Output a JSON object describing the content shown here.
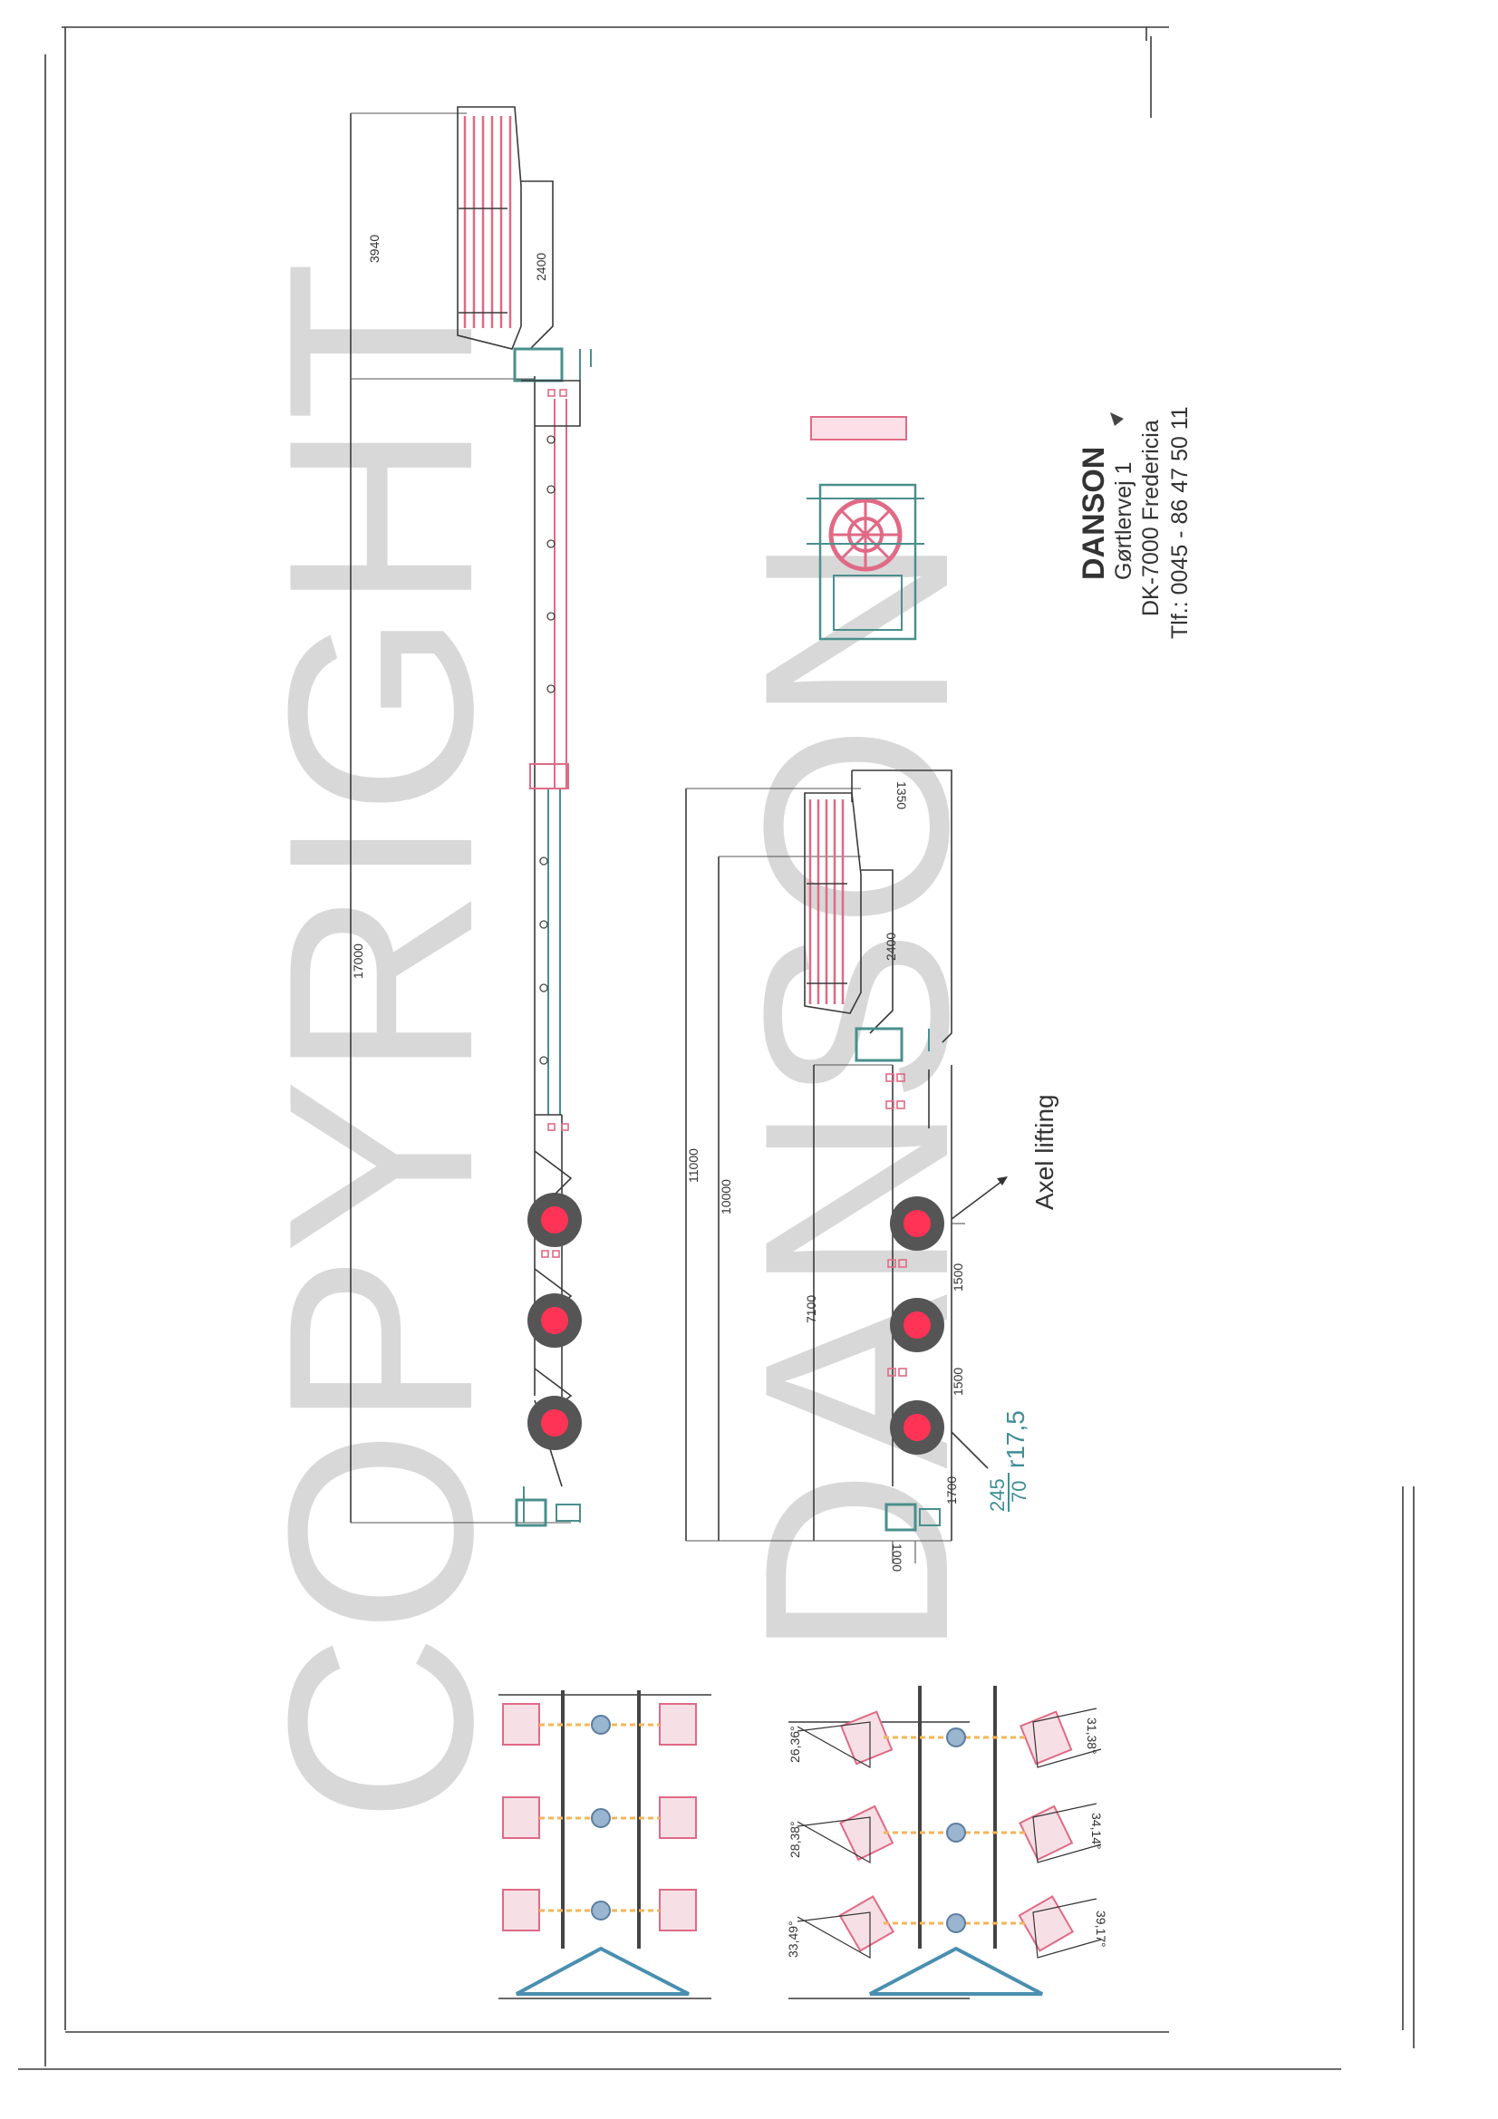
{
  "watermark": {
    "line1": "COPYRIGHT",
    "line2": "DANSON"
  },
  "company": {
    "name": "DANSON",
    "street": "Gørtlervej 1",
    "city": "DK-7000 Fredericia",
    "phone": "Tlf.: 0045 - 86 47 50 11"
  },
  "main_view": {
    "dimensions": {
      "overall_length": "17000",
      "front_height": "3940",
      "gooseneck_height": "2400"
    }
  },
  "second_view": {
    "dimensions": {
      "length_a": "11000",
      "length_b": "10000",
      "length_c": "7100",
      "gooseneck_height": "2400",
      "top_small": "1350",
      "axle_spacing_1": "1500",
      "axle_spacing_2": "1500",
      "rear_overhang": "1700",
      "bottom_small": "1000"
    },
    "annotation": "Axel lifting",
    "tire": {
      "width": "245",
      "ratio": "70",
      "rim": "r17,5"
    }
  },
  "steering_view": {
    "angles": [
      "26,36°",
      "28,38°",
      "33,49°",
      "31,38°",
      "34,14°",
      "39,17°"
    ]
  },
  "colors": {
    "line": "#3a3a3a",
    "teal": "#4a8f8c",
    "red": "#e06a86",
    "wheel": "#555555",
    "hub": "#ff3355",
    "watermark": "#d8d8d8"
  }
}
